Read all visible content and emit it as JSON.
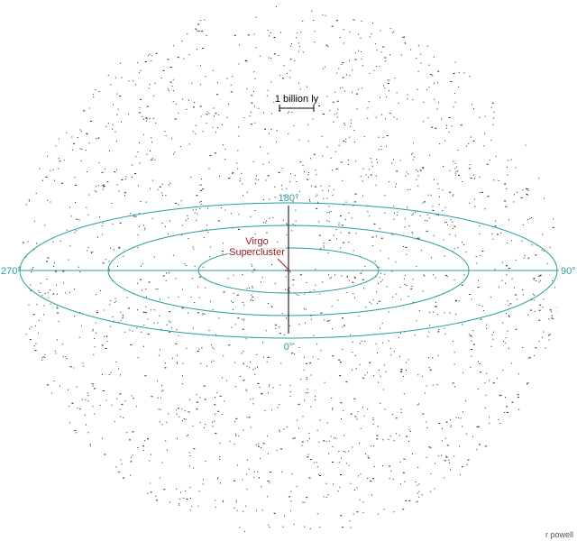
{
  "scale_bar": {
    "label": "1 billion ly"
  },
  "galactic_longitude": {
    "top": "180°",
    "bottom": "0°",
    "left": "270°",
    "right": "90°"
  },
  "highlight": {
    "line1": "Virgo",
    "line2": "Supercluster"
  },
  "credit": "r powell",
  "colors": {
    "grid": "#2a9d9d",
    "highlight": "#9a1c2a",
    "galaxies": "#222222",
    "background": "#ffffff"
  },
  "galaxy_count": 26000
}
